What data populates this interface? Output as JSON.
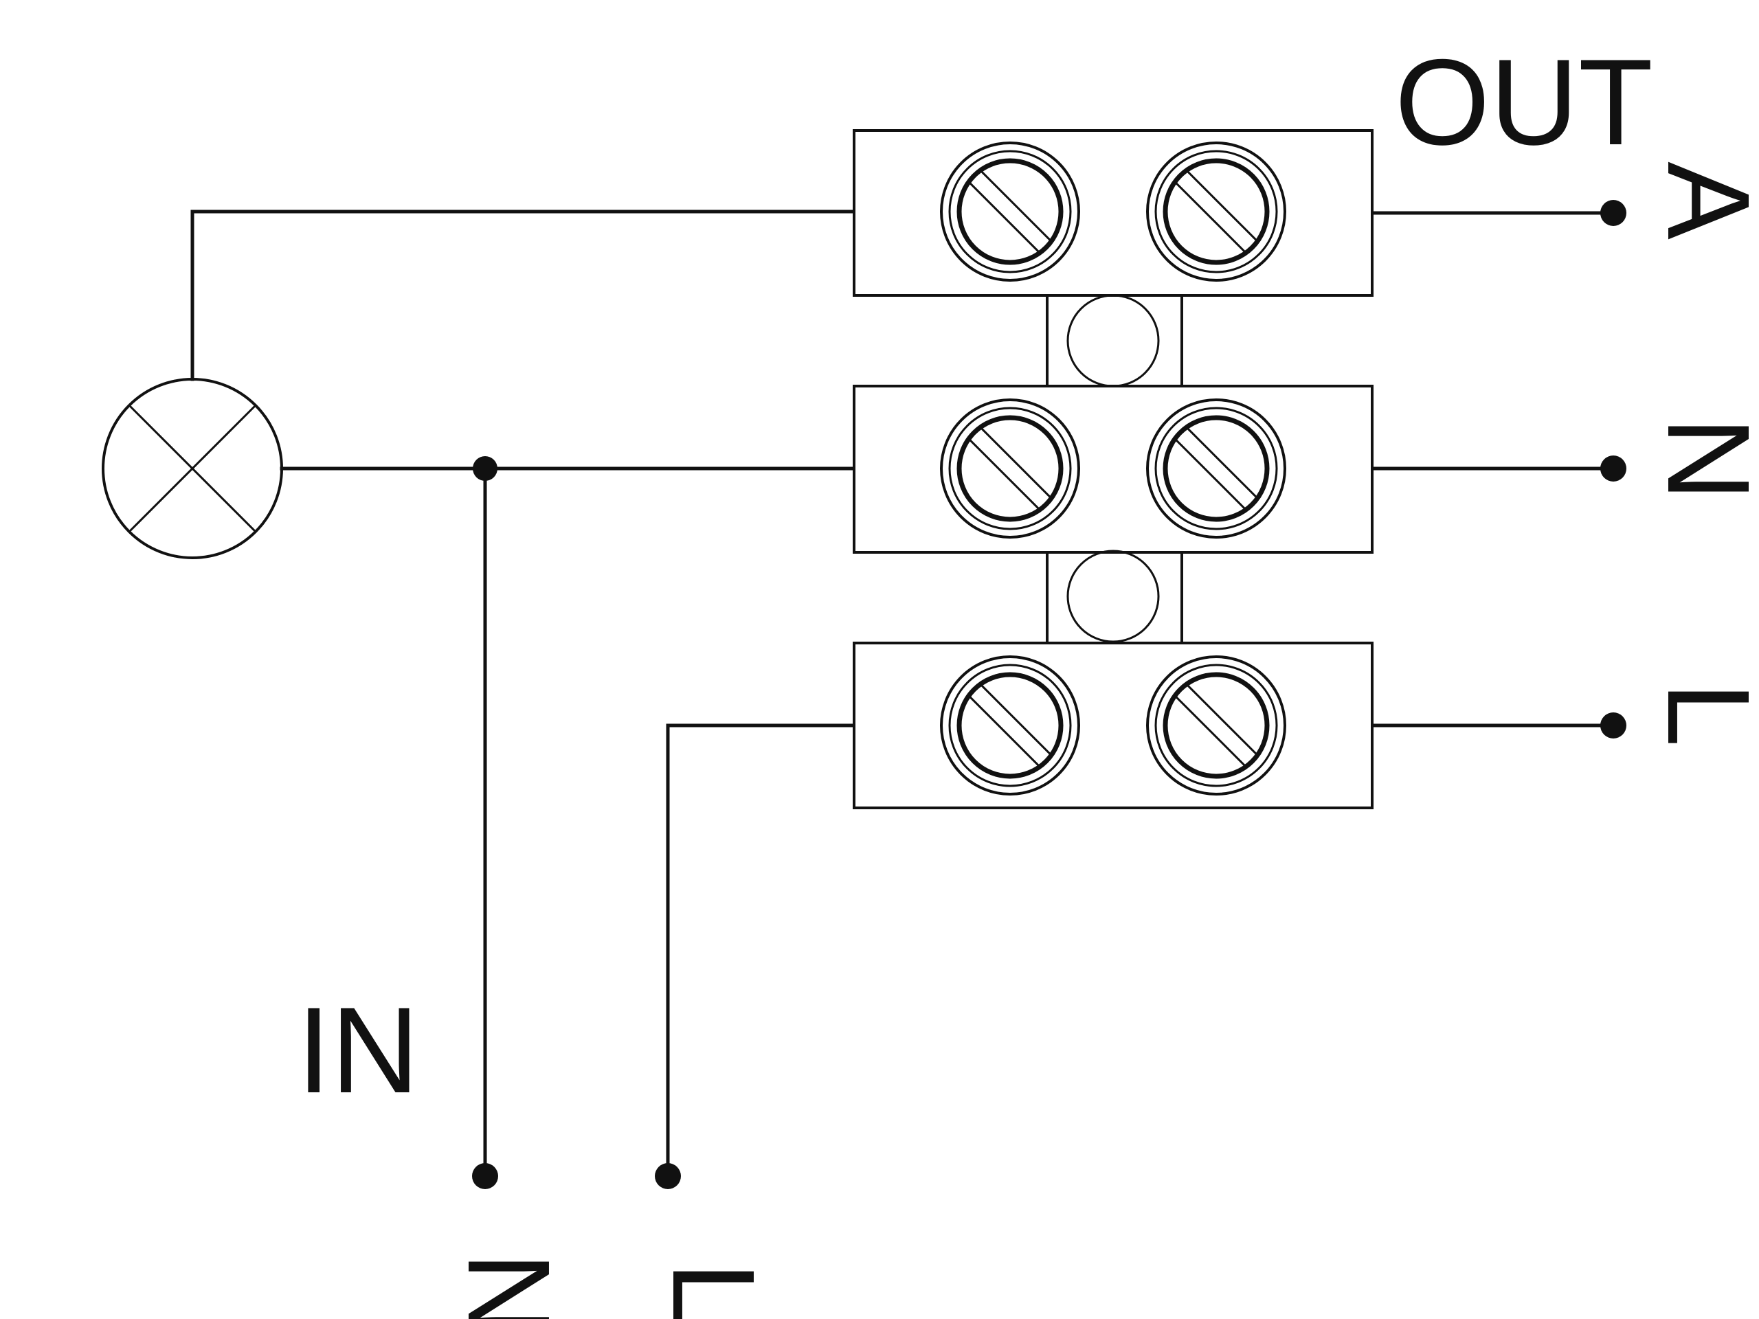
{
  "labels": {
    "out_heading": "OUT",
    "in_heading": "IN",
    "out_a": "A",
    "out_n": "N",
    "out_l": "L",
    "in_n": "N",
    "in_l": "L"
  },
  "colors": {
    "line": "#111111",
    "background": "#ffffff"
  },
  "components": {
    "lamp": "lamp-symbol",
    "terminal_block": "three-pole terminal block with six screw terminals"
  }
}
